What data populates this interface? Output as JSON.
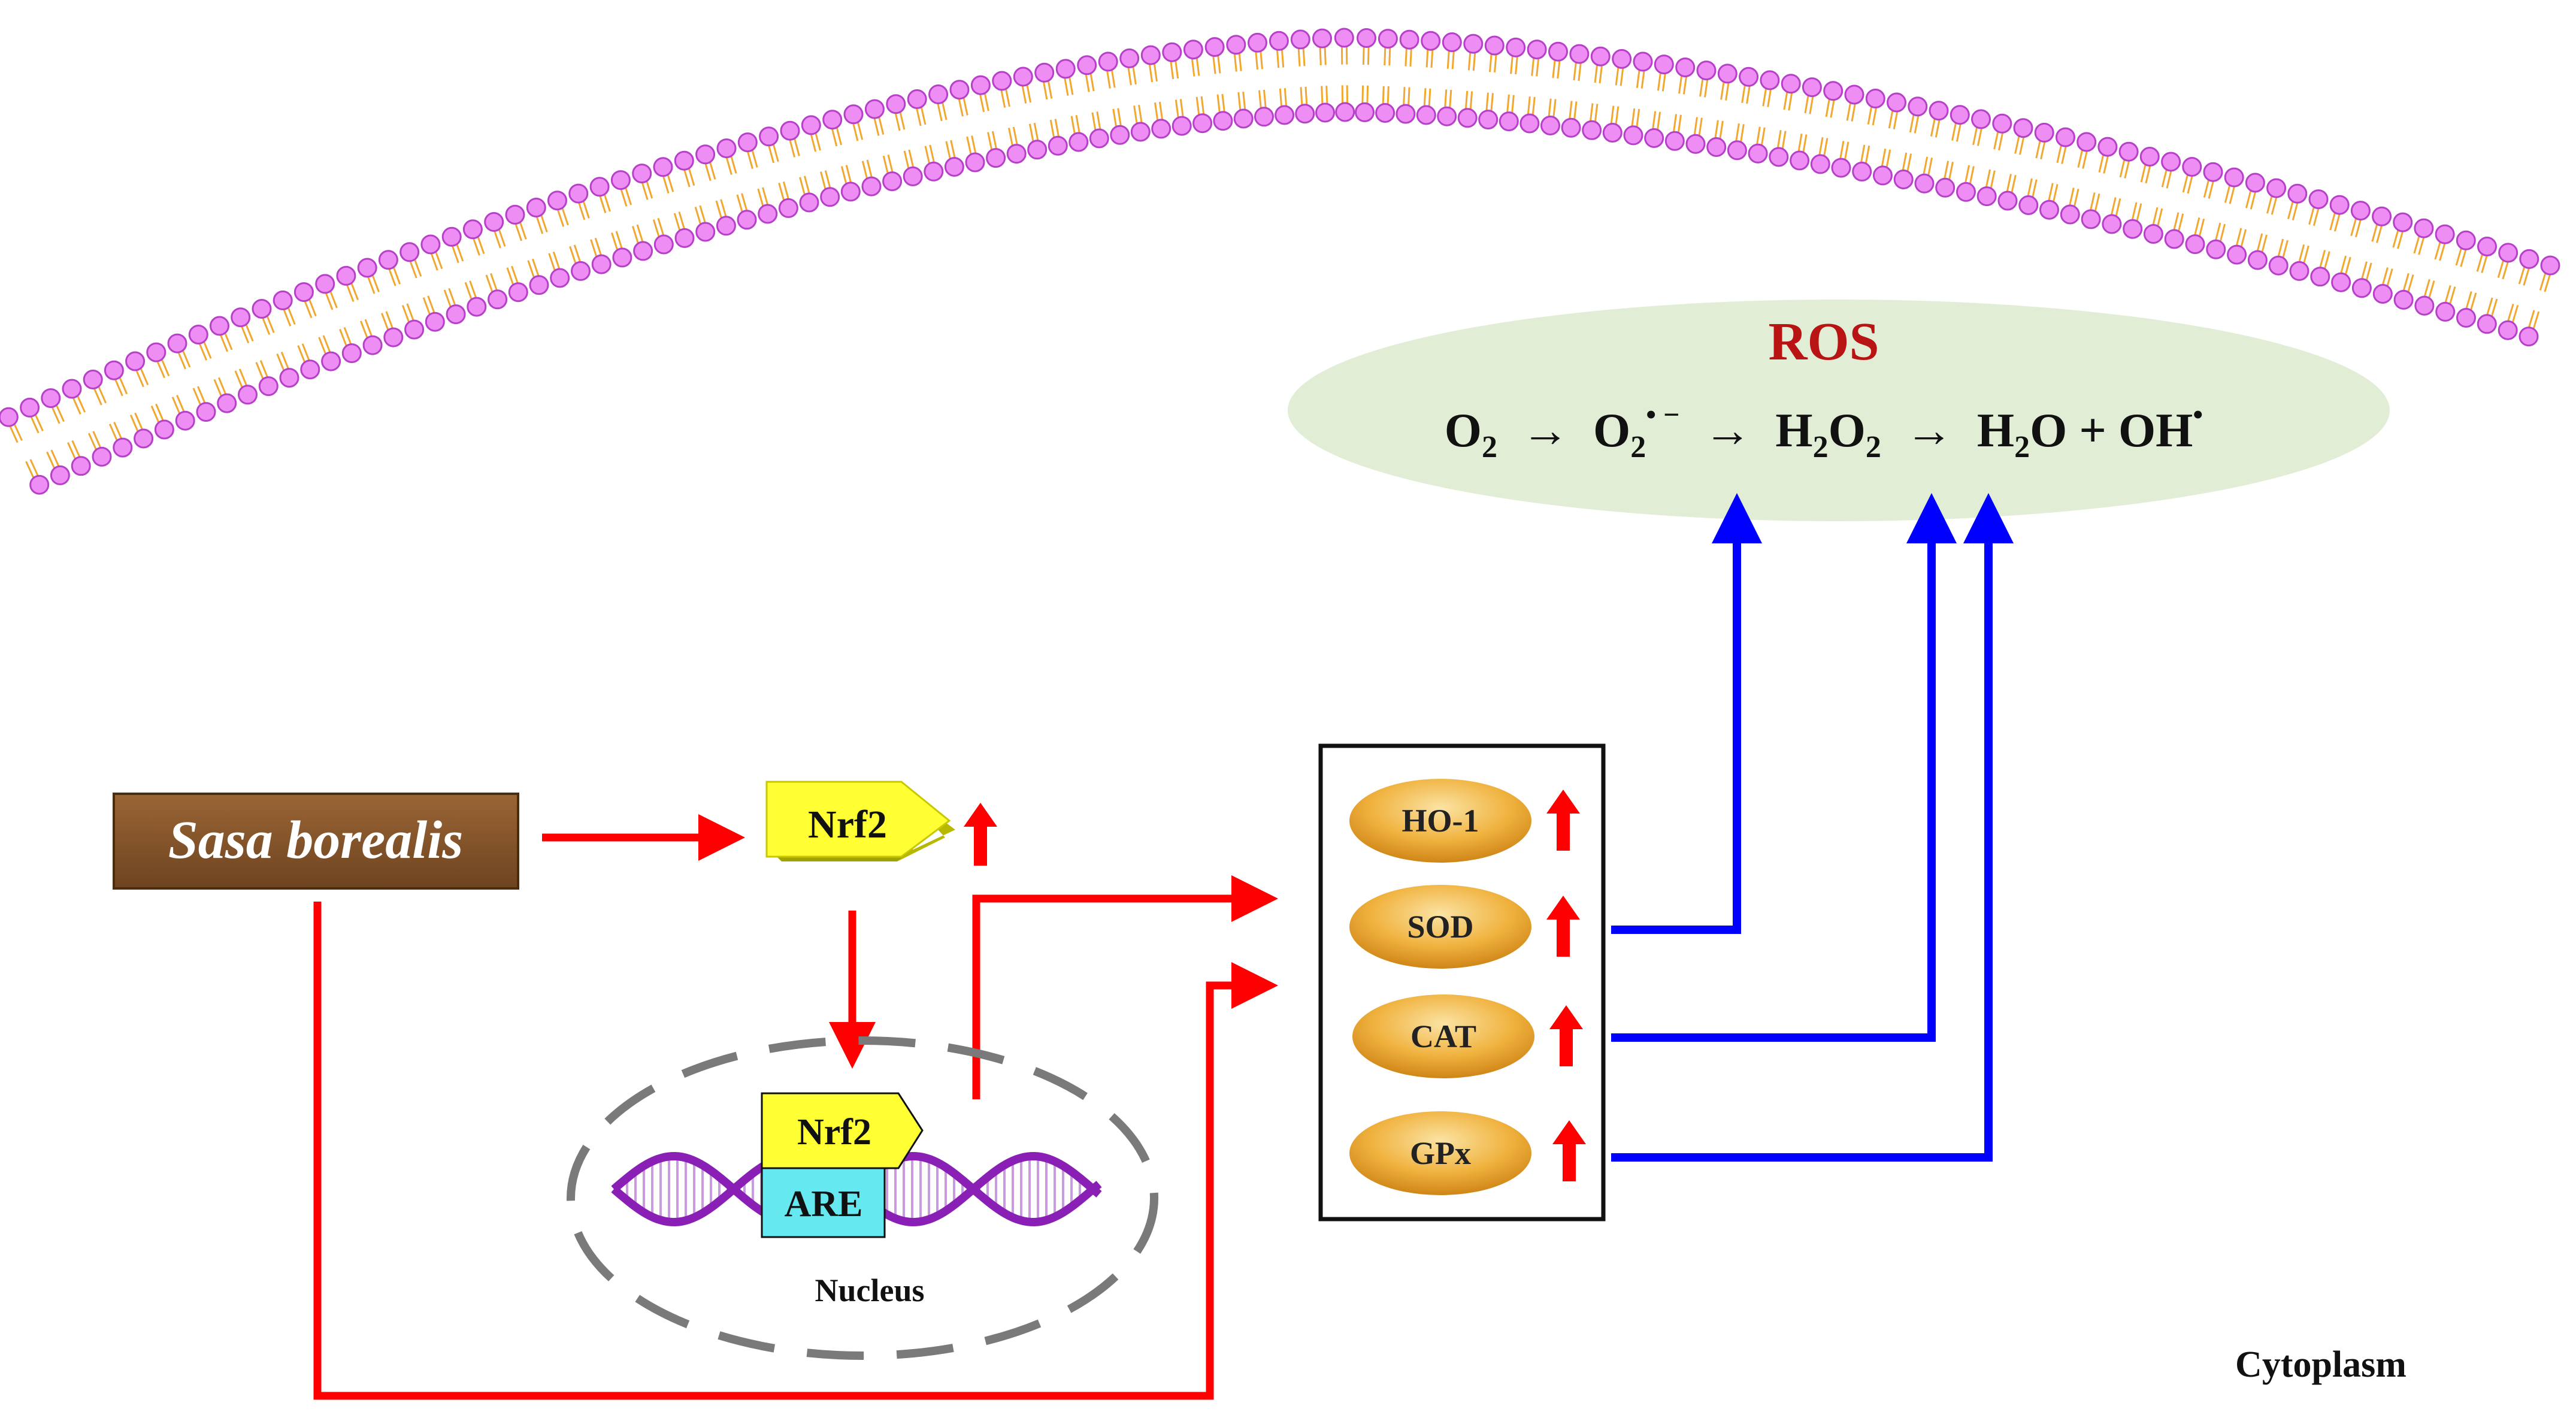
{
  "colors": {
    "red": "#ff0000",
    "blue": "#0000ff",
    "ros_text": "#b81414",
    "ros_bg": "#e2edd6",
    "lipid_head": "#ee8ef5",
    "lipid_head_stroke": "#b640c8",
    "lipid_tail": "#f0a830",
    "sasa_box": "#8c5a2e",
    "nrf2_yellow": "#ffff33",
    "are_cyan": "#66e8f0",
    "dna_purple": "#8a1fb5",
    "enzyme_orange": "#eda020",
    "nucleus_dash": "#7a7a7a"
  },
  "sasa": {
    "label": "Sasa borealis"
  },
  "nrf2": {
    "label": "Nrf2"
  },
  "nucleus": {
    "label": "Nucleus",
    "nrf2_label": "Nrf2",
    "are_label": "ARE"
  },
  "ros": {
    "title": "ROS",
    "o2": "O",
    "o2_sub": "2",
    "arrow1": "→",
    "superoxide": "O",
    "superoxide_sub": "2",
    "superoxide_sup": "• −",
    "arrow2": "→",
    "h2o2_h": "H",
    "h2o2_sub1": "2",
    "h2o2_o": "O",
    "h2o2_sub2": "2",
    "arrow3": "→",
    "water_h": "H",
    "water_sub": "2",
    "water_rest": "O + OH",
    "hydroxyl_sup": "•"
  },
  "enzymes": [
    {
      "label": "HO-1"
    },
    {
      "label": "SOD"
    },
    {
      "label": "CAT"
    },
    {
      "label": "GPx"
    }
  ],
  "cytoplasm": {
    "label": "Cytoplasm"
  }
}
